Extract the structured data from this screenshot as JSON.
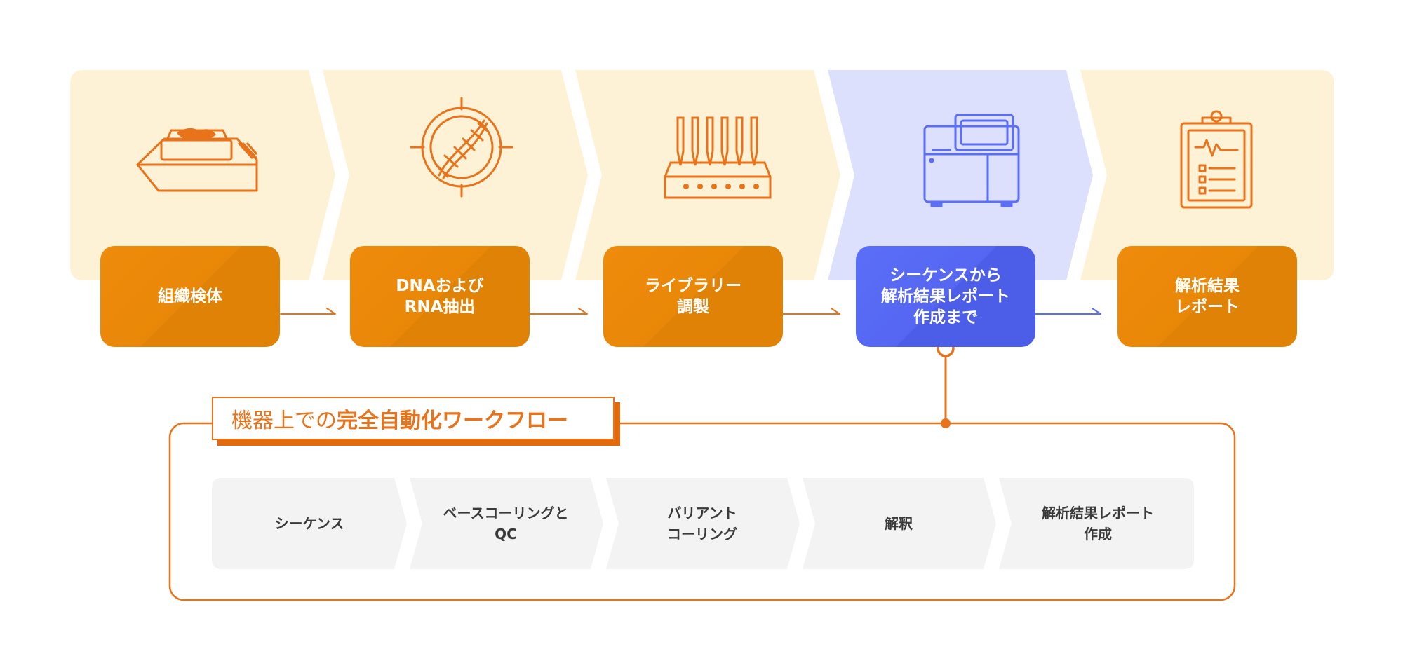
{
  "steps": [
    {
      "label": "組織検体",
      "icon": "tissue-cassette-icon",
      "active": false
    },
    {
      "label": "DNAおよび\nRNA抽出",
      "icon": "dna-target-icon",
      "active": false
    },
    {
      "label": "ライブラリー\n調製",
      "icon": "pipette-plate-icon",
      "active": false
    },
    {
      "label": "シーケンスから\n解析結果レポート\n作成まで",
      "icon": "sequencer-instrument-icon",
      "active": true
    },
    {
      "label": "解析結果\nレポート",
      "icon": "clipboard-report-icon",
      "active": false
    }
  ],
  "workflow": {
    "title_normal": "機器上での",
    "title_bold": "完全自動化ワークフロー",
    "substeps": [
      {
        "label": "シーケンス"
      },
      {
        "label": "ベースコーリングと\nQC"
      },
      {
        "label": "バリアント\nコーリング"
      },
      {
        "label": "解釈"
      },
      {
        "label": "解析結果レポート\n作成"
      }
    ]
  },
  "colors": {
    "orange_accent": "#e8731a",
    "orange_box": "#e98708",
    "band_cream": "#fdf1d6",
    "band_lavender": "#dde0fd",
    "blue_box": "#5567f2",
    "blue_line": "#5b6ef7",
    "substep_gray": "#f3f3f3"
  }
}
